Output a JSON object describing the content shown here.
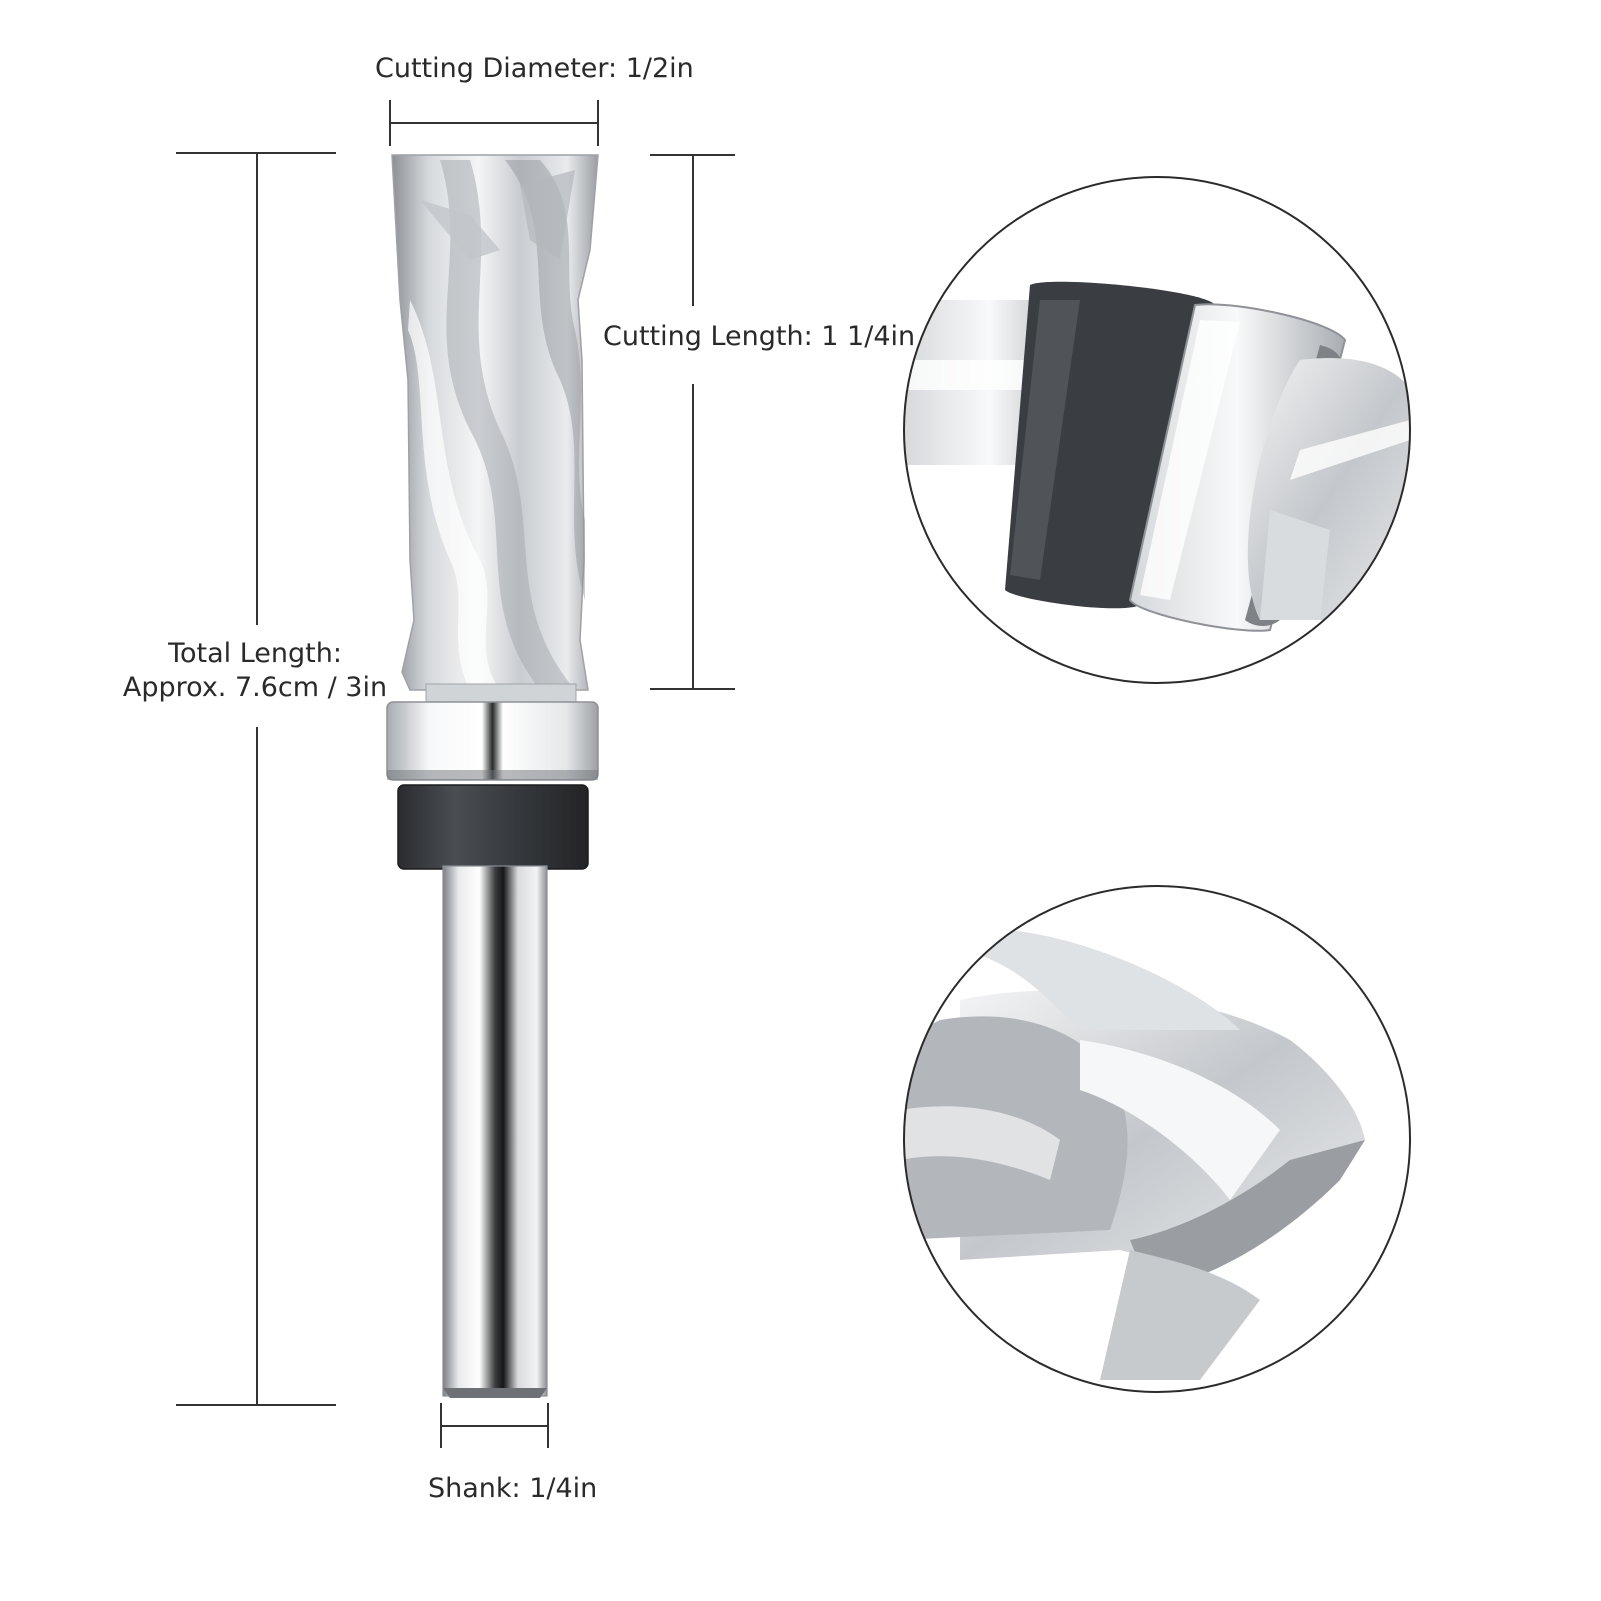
{
  "labels": {
    "cutting_diameter": "Cutting Diameter: 1/2in",
    "cutting_length": "Cutting Length: 1 1/4in",
    "total_length_line1": "Total Length:",
    "total_length_line2": "Approx. 7.6cm / 3in",
    "shank": "Shank: 1/4in"
  },
  "colors": {
    "dimension_line": "#333333",
    "steel_light": "#eef0f2",
    "steel_mid": "#b9bcc0",
    "steel_dark": "#6f7378",
    "bearing_black": "#2e3033"
  }
}
